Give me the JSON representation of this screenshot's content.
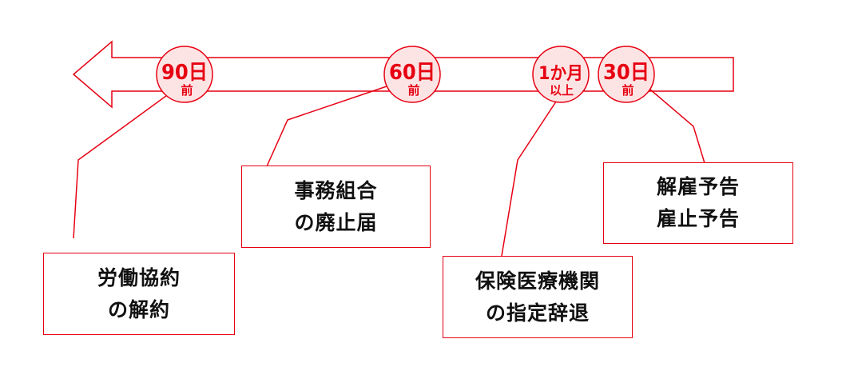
{
  "colors": {
    "accent": "#e60012",
    "marker_fill": "#fde4e4",
    "text": "#111111",
    "background": "#ffffff"
  },
  "markers": [
    {
      "id": "90",
      "line1": "90日",
      "line2": "前"
    },
    {
      "id": "60",
      "line1": "60日",
      "line2": "前"
    },
    {
      "id": "1m",
      "line1": "1か月",
      "line2": "以上"
    },
    {
      "id": "30",
      "line1": "30日",
      "line2": "前"
    }
  ],
  "boxes": {
    "labor": {
      "lines": [
        "労働協約",
        "の解約"
      ]
    },
    "office": {
      "lines": [
        "事務組合",
        "の廃止届"
      ]
    },
    "insurance": {
      "lines": [
        "保険医療機関",
        "の指定辞退"
      ]
    },
    "dismissal": {
      "lines": [
        "解雇予告",
        "雇止予告"
      ]
    }
  }
}
